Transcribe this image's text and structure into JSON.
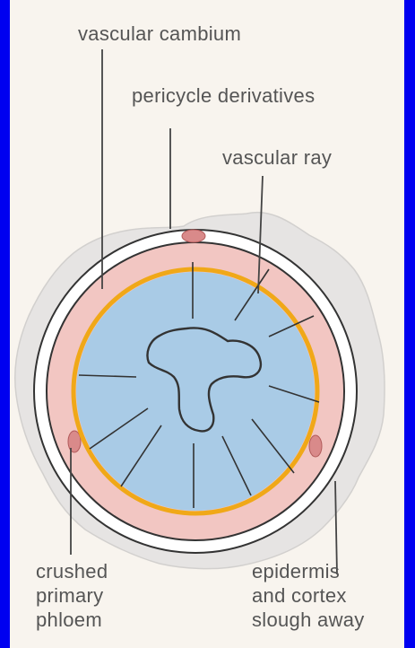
{
  "diagram": {
    "labels": {
      "vascular_cambium": "vascular cambium",
      "pericycle_derivatives": "pericycle derivatives",
      "vascular_ray": "vascular ray",
      "crushed_primary_phloem": "crushed\nprimary\nphloem",
      "epidermis_cortex": "epidermis\nand cortex\nslough away"
    },
    "colors": {
      "page_border": "#0000f0",
      "background": "#f8f4ee",
      "sloughing_tissue": "#e6e4e3",
      "periderm_ring": "#ffffff",
      "pericycle_layer": "#f2c6c2",
      "cambium": "#f0a818",
      "xylem": "#a9cbe6",
      "outline": "#333333",
      "label_text": "#555555"
    }
  }
}
